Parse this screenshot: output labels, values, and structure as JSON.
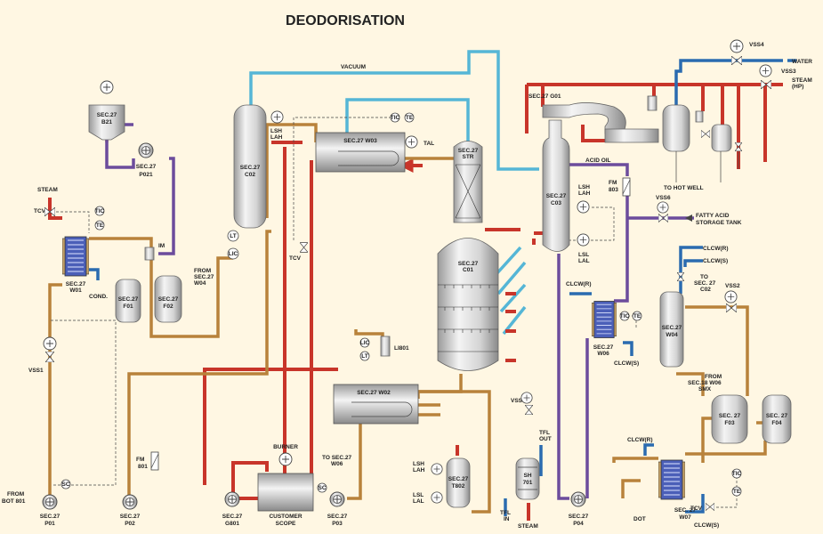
{
  "title": "DEODORISATION",
  "colors": {
    "background": "#fff7e3",
    "steam": "#c8352a",
    "oil": "#b8823b",
    "vacuum": "#55b6d6",
    "acid_oil": "#6c4c9c",
    "cooling_water": "#2a6bb0"
  },
  "equipment": {
    "b21": {
      "line1": "SEC.27",
      "line2": "B21"
    },
    "p021": {
      "line1": "SEC.27",
      "line2": "P021"
    },
    "w01": {
      "line1": "SEC.27",
      "line2": "W01"
    },
    "f01": {
      "line1": "SEC.27",
      "line2": "F01"
    },
    "f02": {
      "line1": "SEC.27",
      "line2": "F02"
    },
    "c02": {
      "line1": "SEC.27",
      "line2": "C02"
    },
    "w03": "SEC.27 W03",
    "str": {
      "line1": "SEC.27",
      "line2": "STR"
    },
    "c01": {
      "line1": "SEC.27",
      "line2": "C01"
    },
    "c03": {
      "line1": "SEC.27",
      "line2": "C03"
    },
    "g01": "SEC.27 G01",
    "w02": "SEC.27 W02",
    "w06": {
      "line1": "SEC.27",
      "line2": "W06"
    },
    "w04": {
      "line1": "SEC.27",
      "line2": "W04"
    },
    "f03": {
      "line1": "SEC. 27",
      "line2": "F03"
    },
    "f04": {
      "line1": "SEC. 27",
      "line2": "F04"
    },
    "w07": {
      "line1": "SEC. 27",
      "line2": "W07"
    },
    "t802": {
      "line1": "SEC.27",
      "line2": "T802"
    },
    "sh701": {
      "line1": "SH",
      "line2": "701"
    },
    "scope": {
      "line1": "CUSTOMER",
      "line2": "SCOPE"
    },
    "burner": "BURNER",
    "p01": {
      "line1": "SEC.27",
      "line2": "P01"
    },
    "p02": {
      "line1": "SEC.27",
      "line2": "P02"
    },
    "g801": {
      "line1": "SEC.27",
      "line2": "G801"
    },
    "p03": {
      "line1": "SEC.27",
      "line2": "P03"
    },
    "p04": {
      "line1": "SEC.27",
      "line2": "P04"
    },
    "im": "IM",
    "li801": "LI801",
    "fm801": {
      "line1": "FM",
      "line2": "801"
    },
    "fm803": {
      "line1": "FM",
      "line2": "803"
    }
  },
  "streams": {
    "vacuum": "VACUUM",
    "water": "WATER",
    "steam_hp": {
      "line1": "STEAM",
      "line2": "(HP)"
    },
    "hot_well": "TO HOT WELL",
    "acid_oil": "ACID OIL",
    "fatty_acid": {
      "line1": "FATTY ACID",
      "line2": "STORAGE TANK"
    },
    "steam": "STEAM",
    "cond": "COND.",
    "from_w04": {
      "line1": "FROM",
      "line2": "SEC.27",
      "line3": "W04"
    },
    "from_bot": {
      "line1": "FROM",
      "line2": "BOT 801"
    },
    "to_w06": {
      "line1": "TO SEC.27",
      "line2": "W06"
    },
    "to_c02": {
      "line1": "TO",
      "line2": "SEC. 27",
      "line3": "C02"
    },
    "from_smx": {
      "line1": "FROM",
      "line2": "SEC.18 W06",
      "line3": "SMX"
    },
    "clcw_r": "CLCW(R)",
    "clcw_s": "CLCW(S)",
    "tfl_out": {
      "line1": "TFL",
      "line2": "OUT"
    },
    "tfl_in": {
      "line1": "TFL",
      "line2": "IN"
    },
    "steam_bottom": "STEAM",
    "dot": "DOT"
  },
  "instruments": {
    "vss1": "VSS1",
    "vss2": "VSS2",
    "vss3": "VSS3",
    "vss4": "VSS4",
    "vss5": "VSS5",
    "vss6": "VSS6",
    "tcv": "TCV",
    "tic": "TIC",
    "te": "TE",
    "tal": "TAL",
    "lsh": "LSH",
    "lah": "LAH",
    "lsl": "LSL",
    "lal": "LAL",
    "lt": "LT",
    "lic": "LIC",
    "sc": "SC"
  }
}
